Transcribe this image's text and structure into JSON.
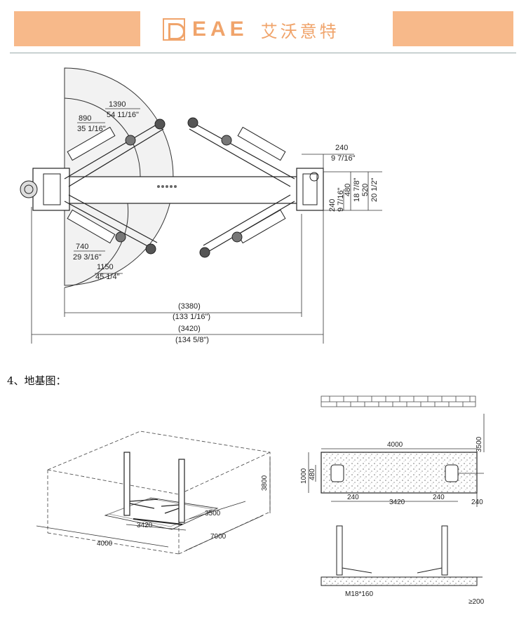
{
  "header": {
    "brand_latin": "EAE",
    "brand_cn": "艾沃意特",
    "accent_color": "#f7b98a"
  },
  "top_view": {
    "dim_1390": "1390",
    "dim_1390_in": "54 11/16\"",
    "dim_890": "890",
    "dim_890_in": "35 1/16\"",
    "dim_740": "740",
    "dim_740_in": "29 3/16\"",
    "dim_1150": "1150",
    "dim_1150_in": "45 1/4\"",
    "dim_240_top": "240",
    "dim_240_top_in": "9 7/16\"",
    "dim_240_side": "240",
    "dim_240_side_in": "9 7/16\"",
    "dim_480": "480",
    "dim_480_in": "18 7/8\"",
    "dim_520": "520",
    "dim_520_in": "20 1/2\"",
    "dim_3380": "(3380)",
    "dim_3380_in": "(133 1/16\")",
    "dim_3420": "(3420)",
    "dim_3420_in": "(134 5/8\")"
  },
  "section_title": "4、地基图：",
  "iso_view": {
    "dim_3800": "3800",
    "dim_3420": "3420",
    "dim_3500": "3500",
    "dim_4000": "4000",
    "dim_7000": "7000"
  },
  "foundation_plan": {
    "dim_4000": "4000",
    "dim_3500": "3500",
    "dim_1000": "1000",
    "dim_480": "480",
    "dim_240_a": "240",
    "dim_3420": "3420",
    "dim_240_b": "240",
    "dim_240_c": "240"
  },
  "foundation_section": {
    "bolt_label": "M18*160",
    "depth_label": "≥200"
  }
}
